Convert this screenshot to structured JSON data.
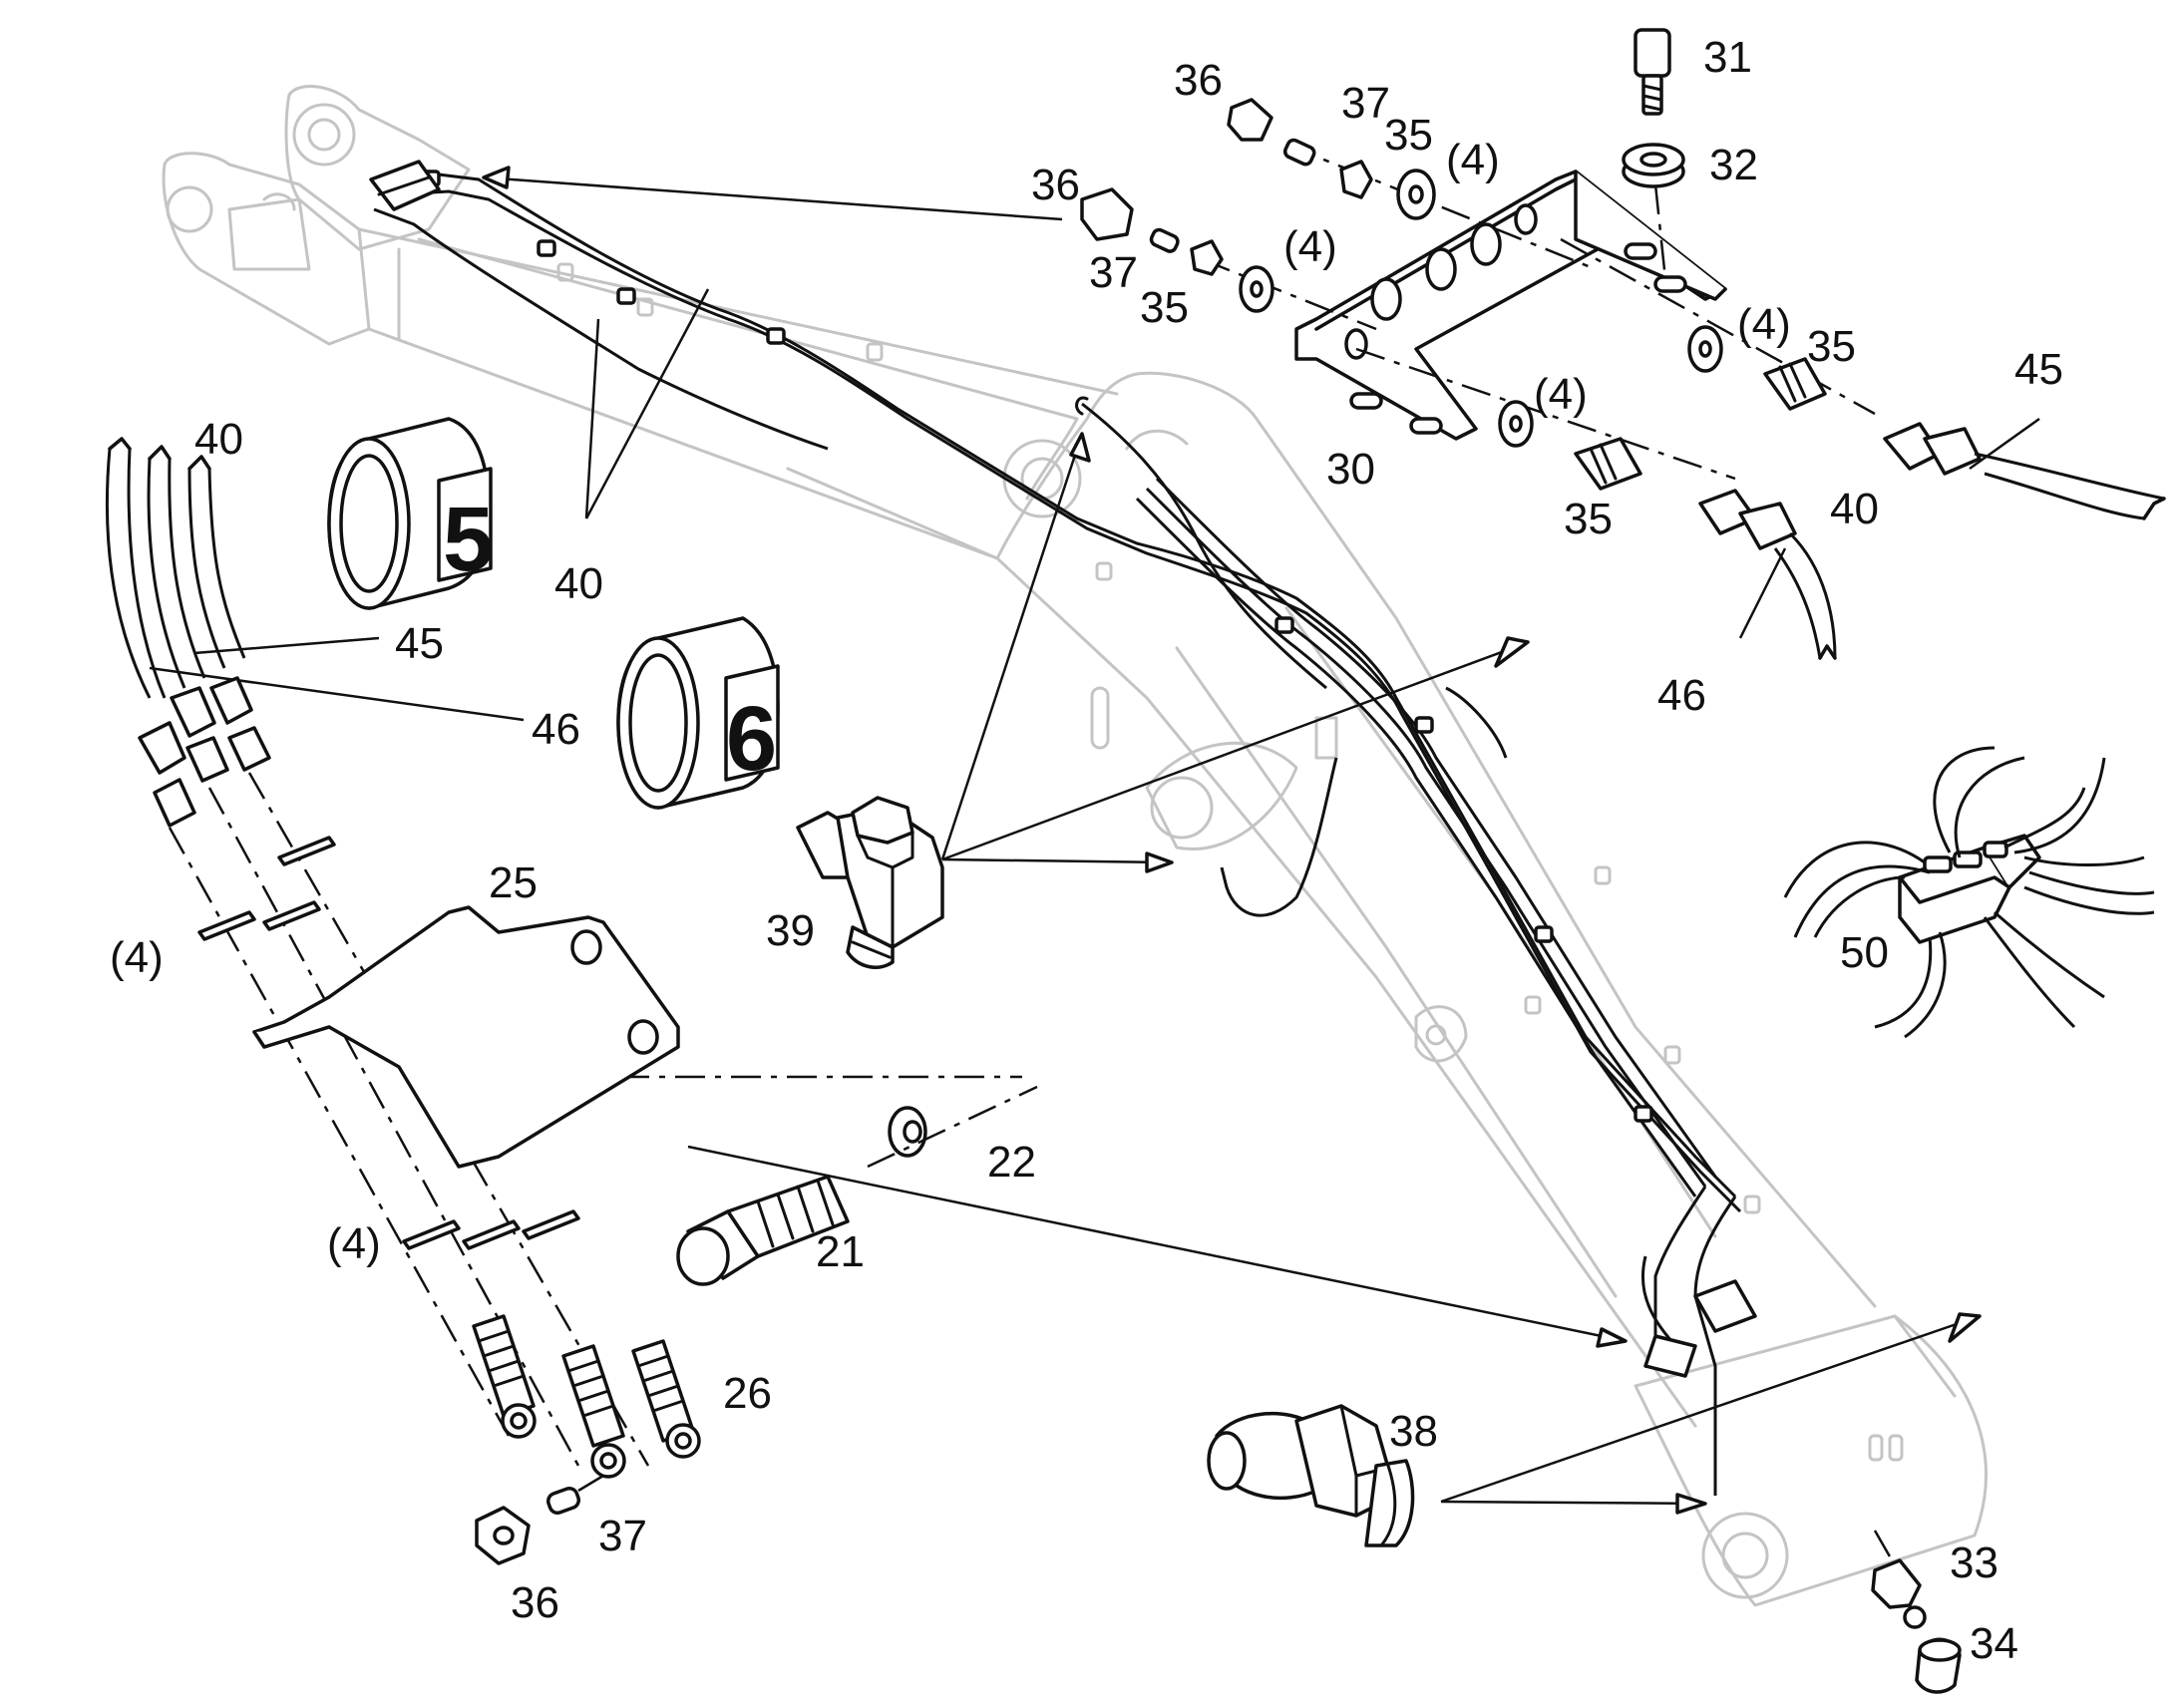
{
  "callouts": {
    "c21": "21",
    "c22": "22",
    "c25": "25",
    "c26": "26",
    "c30": "30",
    "c31": "31",
    "c32": "32",
    "c33": "33",
    "c34": "34",
    "c35_a": "35",
    "c35_b": "35",
    "c35_c": "35",
    "c35_d": "35",
    "c36_a": "36",
    "c36_b": "36",
    "c36_c": "36",
    "c37_a": "37",
    "c37_b": "37",
    "c37_c": "37",
    "c38": "38",
    "c39": "39",
    "c40_a": "40",
    "c40_b": "40",
    "c40_c": "40",
    "c45_a": "45",
    "c45_b": "45",
    "c46_a": "46",
    "c46_b": "46",
    "c50": "50"
  },
  "quantities": {
    "q_1": "(4)",
    "q_2": "(4)",
    "q_3": "(4)",
    "q_4": "(4)",
    "q_5": "(4)",
    "q_6": "(4)"
  },
  "tags": {
    "tag_5": "5",
    "tag_6": "6"
  }
}
